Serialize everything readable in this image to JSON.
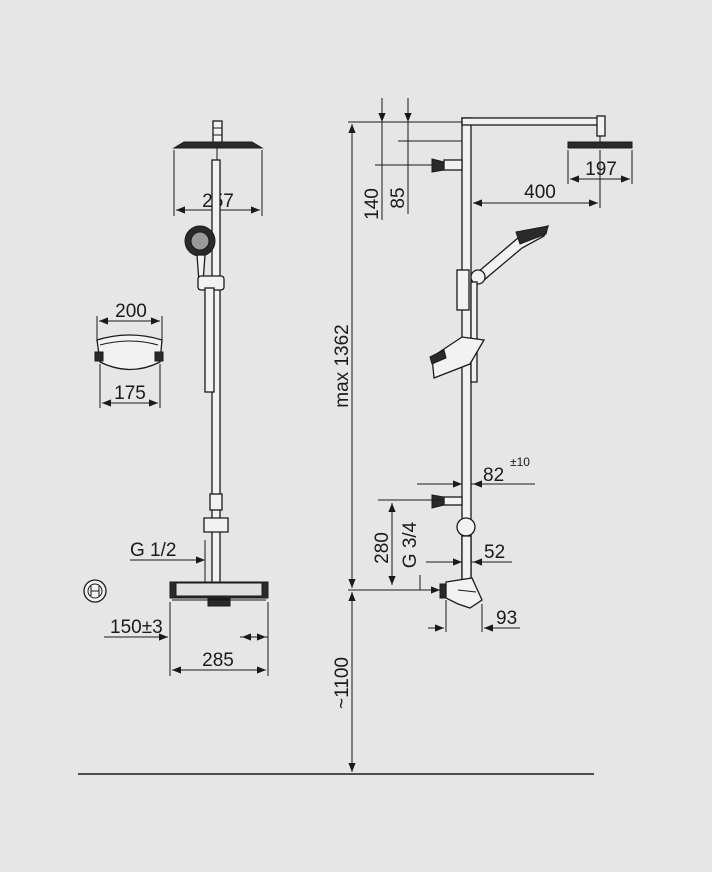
{
  "dimensions": {
    "overhead_width": "257",
    "holder_top": "200",
    "holder_bottom": "175",
    "inlet_thread_front": "G 1/2",
    "inlet_spacing": "150±3",
    "thermostat_width": "285",
    "top_offset": "140",
    "top_offset_small": "85",
    "max_height": "max 1362",
    "head_diameter": "197",
    "arm_length": "400",
    "wall_distance": "82",
    "wall_distance_tolerance": "±10",
    "bracket_height": "280",
    "inlet_thread_side": "G 3/4",
    "inlet_depth": "52",
    "thermostat_depth": "93",
    "floor_height": "~1100"
  }
}
